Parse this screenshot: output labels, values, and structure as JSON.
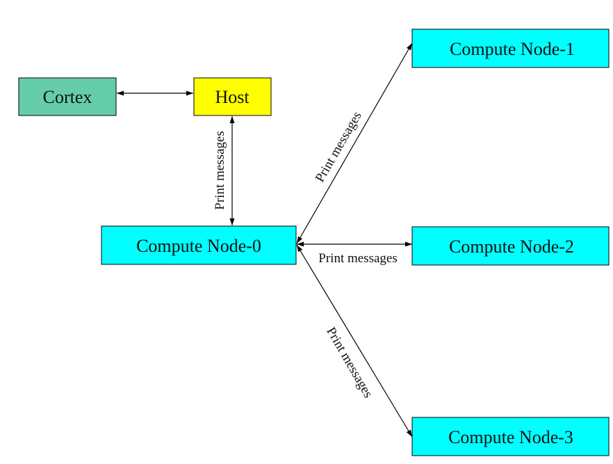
{
  "diagram": {
    "nodes": {
      "cortex": {
        "label": "Cortex",
        "color": "#66CDAA"
      },
      "host": {
        "label": "Host",
        "color": "#FFFF00"
      },
      "node0": {
        "label": "Compute Node-0",
        "color": "#00FFFF"
      },
      "node1": {
        "label": "Compute Node-1",
        "color": "#00FFFF"
      },
      "node2": {
        "label": "Compute Node-2",
        "color": "#00FFFF"
      },
      "node3": {
        "label": "Compute Node-3",
        "color": "#00FFFF"
      }
    },
    "edges": {
      "cortex_host": {
        "label": ""
      },
      "host_node0": {
        "label": "Print messages"
      },
      "node0_node1": {
        "label": "Print messages"
      },
      "node0_node2": {
        "label": "Print messages"
      },
      "node0_node3": {
        "label": "Print messages"
      }
    }
  }
}
